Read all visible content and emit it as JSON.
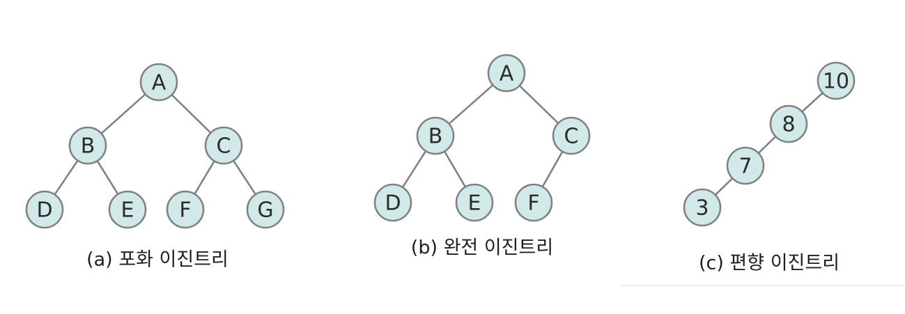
{
  "colors": {
    "node_fill": "#d2e9e9",
    "node_stroke": "#7f8285",
    "edge": "#7f8285",
    "text": "#2b2b2b"
  },
  "trees": [
    {
      "id": "full",
      "caption": "(a) 포화 이진트리",
      "nodes": [
        "A",
        "B",
        "C",
        "D",
        "E",
        "F",
        "G"
      ],
      "edges": [
        [
          "A",
          "B"
        ],
        [
          "A",
          "C"
        ],
        [
          "B",
          "D"
        ],
        [
          "B",
          "E"
        ],
        [
          "C",
          "F"
        ],
        [
          "C",
          "G"
        ]
      ]
    },
    {
      "id": "complete",
      "caption": "(b) 완전 이진트리",
      "nodes": [
        "A",
        "B",
        "C",
        "D",
        "E",
        "F"
      ],
      "edges": [
        [
          "A",
          "B"
        ],
        [
          "A",
          "C"
        ],
        [
          "B",
          "D"
        ],
        [
          "B",
          "E"
        ],
        [
          "C",
          "F"
        ]
      ]
    },
    {
      "id": "skewed",
      "caption": "(c) 편향 이진트리",
      "nodes": [
        "10",
        "8",
        "7",
        "3"
      ],
      "edges": [
        [
          "10",
          "8"
        ],
        [
          "8",
          "7"
        ],
        [
          "7",
          "3"
        ]
      ]
    }
  ]
}
